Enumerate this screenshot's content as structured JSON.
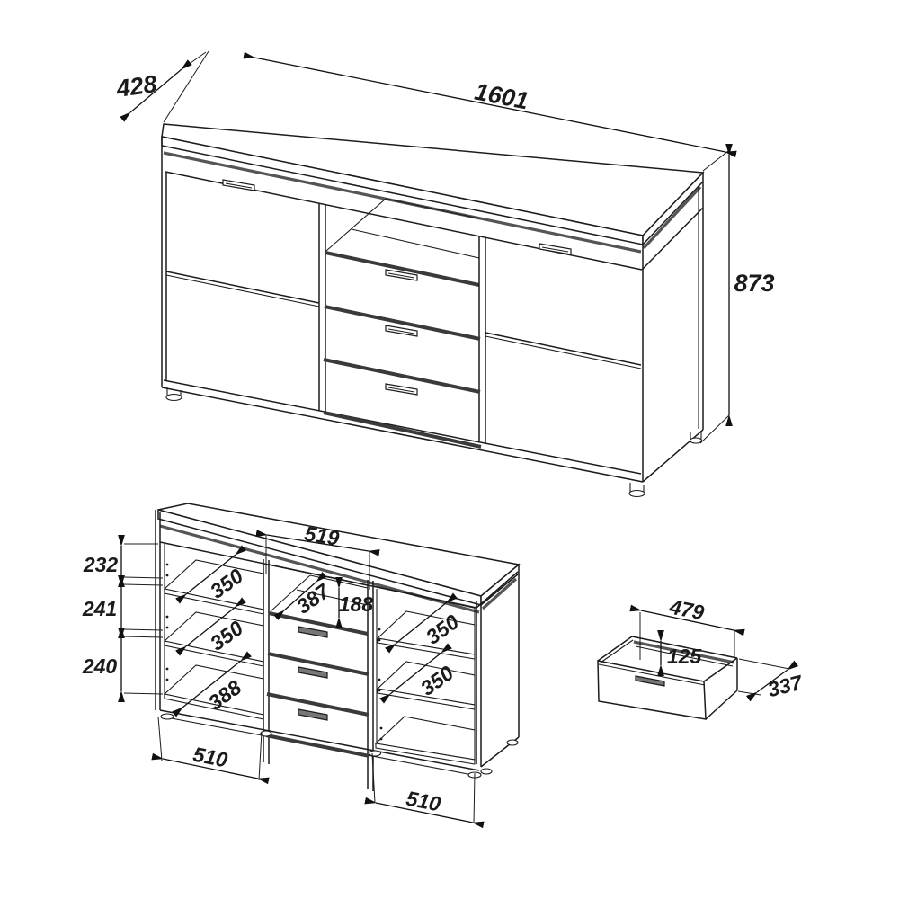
{
  "drawing": {
    "type": "furniture-technical-drawing",
    "subject": "sideboard with two doors, three center drawers and open niche",
    "background_color": "#ffffff",
    "line_color": "#1c1c1c",
    "shadow_band_color": "#555555",
    "views": [
      {
        "id": "perspective-view",
        "description": "overall cabinet in perspective"
      },
      {
        "id": "front-cutaway-view",
        "description": "open cabinet with shelves and drawers"
      },
      {
        "id": "drawer-detail-view",
        "description": "single drawer box"
      }
    ]
  },
  "dims": {
    "cabinet_depth": "428",
    "cabinet_width": "1601",
    "cabinet_height": "873",
    "upper_section_height": "232",
    "middle_section_height": "241",
    "lower_section_height": "240",
    "center_width": "519",
    "left_shelf_top_depth": "350",
    "left_shelf_mid_depth": "350",
    "left_bottom_depth": "388",
    "niche_depth": "387",
    "niche_height": "188",
    "right_shelf_top_depth": "350",
    "right_shelf_bottom_depth": "350",
    "left_door_width": "510",
    "right_door_width": "510",
    "drawer_width": "479",
    "drawer_inner_height": "125",
    "drawer_depth": "337"
  }
}
